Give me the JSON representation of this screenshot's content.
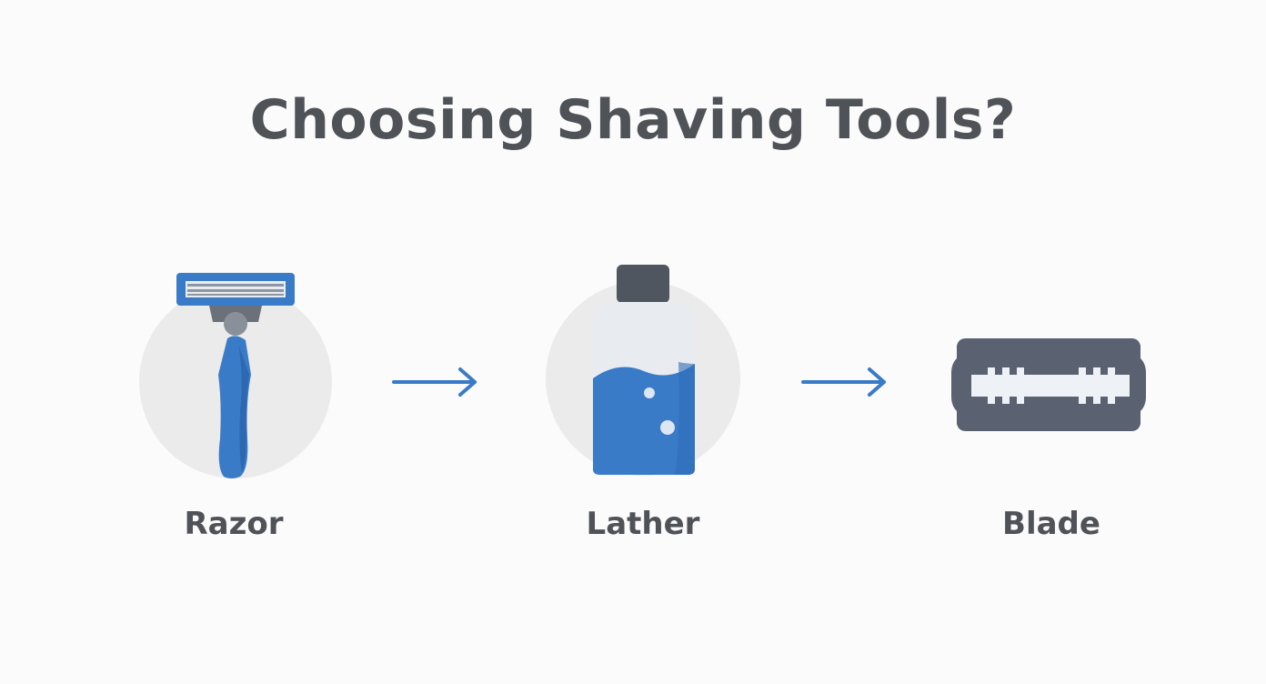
{
  "title": "Choosing Shaving Tools?",
  "steps": [
    {
      "label": "Razor",
      "icon": "razor-icon"
    },
    {
      "label": "Lather",
      "icon": "shaving-foam-bottle-icon"
    },
    {
      "label": "Blade",
      "icon": "razor-blade-icon"
    }
  ],
  "colors": {
    "text": "#4f5257",
    "accent_blue": "#3a7bc8",
    "dark_gray": "#5a6170",
    "circle_bg": "#ebebeb",
    "background": "#fbfbfb"
  }
}
